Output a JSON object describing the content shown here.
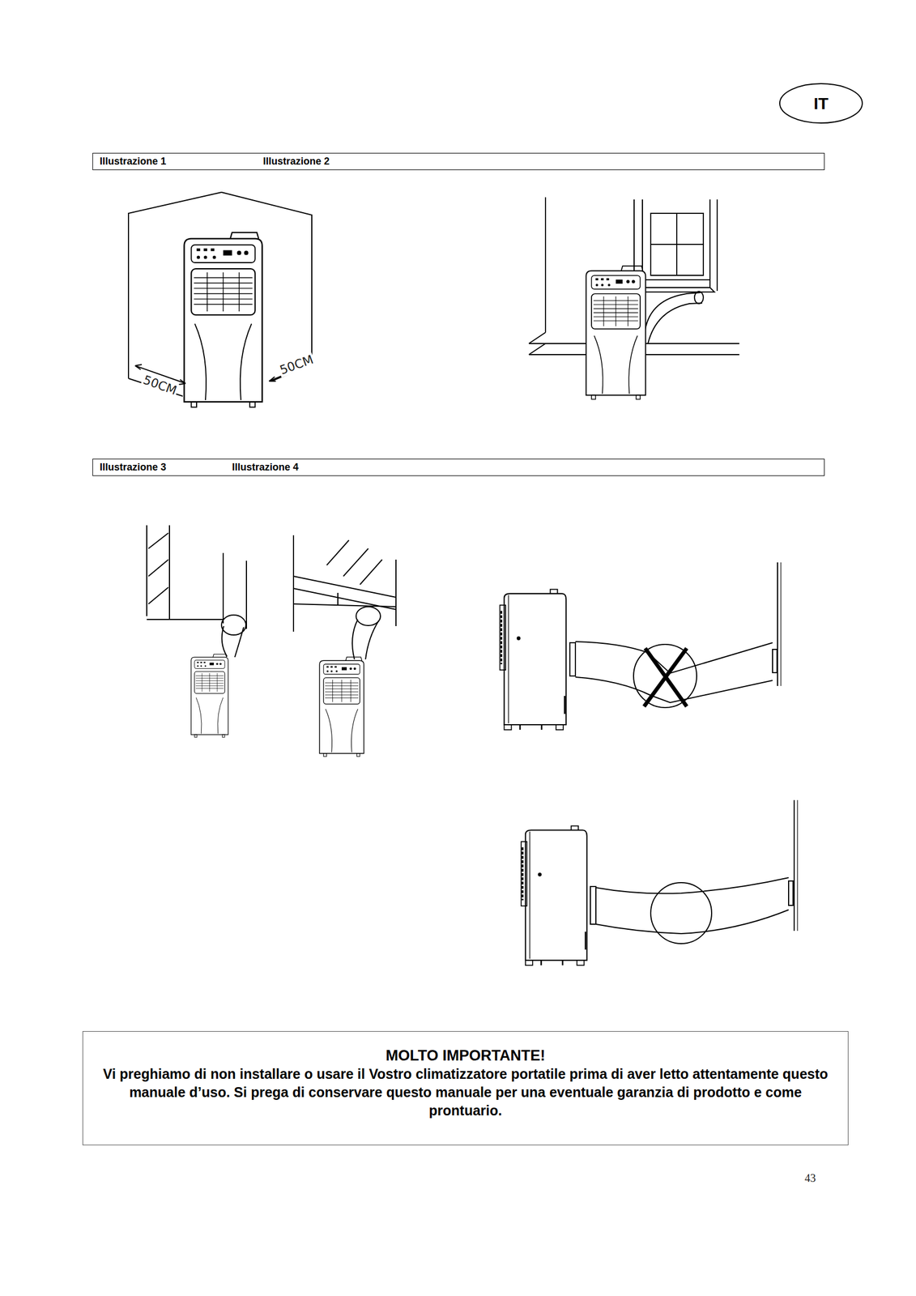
{
  "diagram": {
    "nodes": [
      {
        "text": [
          "IT"
        ]
      },
      {
        "text": [
          "Illustrazione 1",
          "Illustrazione 2"
        ]
      },
      {
        "text": [
          "Illustrazione 3",
          "Illustrazione 4"
        ]
      },
      {
        "text": [
          "MOLTO IMPORTANTE!",
          "Vi preghiamo di non installare o usare il Vostro climatizzatore portatile prima di aver letto attentamente questo manuale d’uso. Si prega di conservare questo manuale per una eventuale garanzia di prodotto e come prontuario."
        ]
      }
    ],
    "labels": [
      "50CM",
      "50CM",
      "43"
    ]
  }
}
